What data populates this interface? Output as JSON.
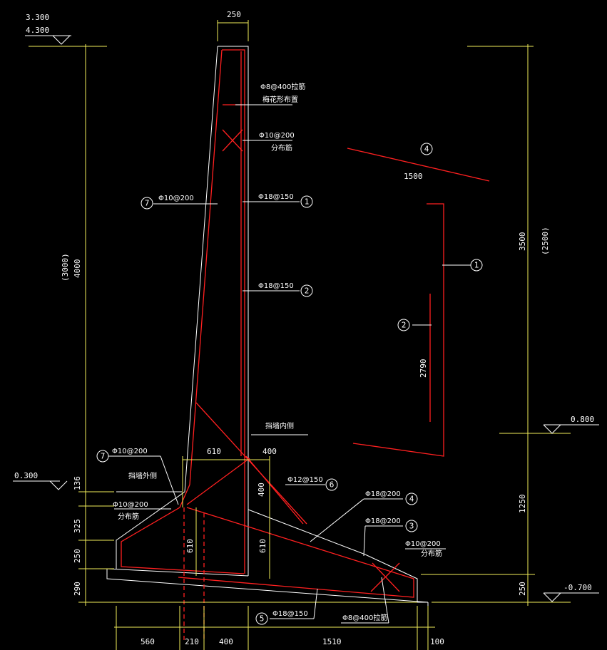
{
  "elevations": {
    "top_a": "3.300",
    "top_b": "4.300",
    "left_ground": "0.300",
    "right_ground": "0.800",
    "bottom": "-0.700"
  },
  "dimensions": {
    "top_width": "250",
    "left_height": "4000",
    "left_height_alt": "(3000)",
    "dim_136": "136",
    "dim_325": "325",
    "dim_250_left": "250",
    "dim_290": "290",
    "right_3500": "3500",
    "right_2500": "(2500)",
    "right_1250": "1250",
    "right_250": "250",
    "bottom_560": "560",
    "bottom_210": "210",
    "bottom_400": "400",
    "bottom_1510": "1510",
    "bottom_100": "100",
    "inner_610_h": "610",
    "inner_400_h": "400",
    "inner_400_v": "400",
    "inner_610_v_left": "610",
    "inner_610_v_right": "610",
    "bar4_length": "1500",
    "bar2_length": "2790"
  },
  "rebar_labels": {
    "top_tie": "Φ8@400拉筋",
    "top_tie_note": "梅花形布置",
    "dist_top": "Φ10@200",
    "dist_top_note": "分布筋",
    "bar7_stem": "Φ10@200",
    "bar1": "Φ18@150",
    "bar2": "Φ18@150",
    "bar7_toe": "Φ10@200",
    "bar6": "Φ12@150",
    "dist_left": "Φ10@200",
    "dist_left_note": "分布筋",
    "bar4": "Φ18@200",
    "bar3": "Φ18@200",
    "dist_right": "Φ10@200",
    "dist_right_note": "分布筋",
    "bar5": "Φ18@150",
    "bottom_tie": "Φ8@400拉筋"
  },
  "notes": {
    "inner_side": "挡墙内侧",
    "outer_side": "挡墙外侧"
  },
  "markers": {
    "m1": "1",
    "m2": "2",
    "m3": "3",
    "m4": "4",
    "m5": "5",
    "m6": "6",
    "m7": "7"
  },
  "colors": {
    "background": "#000000",
    "outline": "#ffffff",
    "dimension": "#f2ee5a",
    "rebar": "#ff2020"
  }
}
